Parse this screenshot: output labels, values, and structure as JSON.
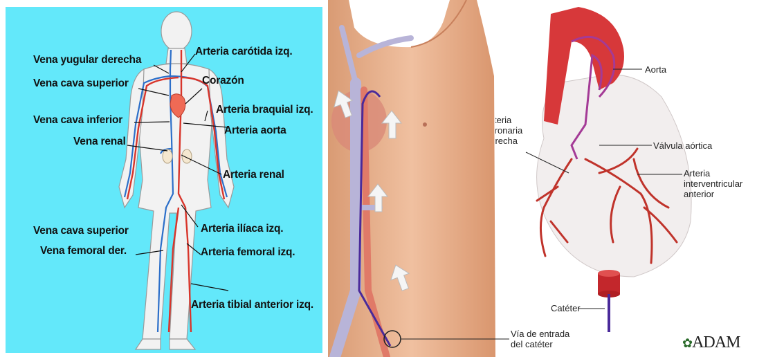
{
  "left_diagram": {
    "labels": {
      "vena_yugular_derecha": "Vena yugular derecha",
      "arteria_carotida_izq": "Arteria carótida izq.",
      "vena_cava_superior": "Vena cava superior",
      "corazon": "Corazón",
      "arteria_braquial_izq": "Arteria braquial izq.",
      "vena_cava_inferior": "Vena cava inferior",
      "arteria_aorta": "Arteria aorta",
      "vena_renal": "Vena renal",
      "arteria_renal": "Arteria renal",
      "vena_cava_superior_2": "Vena cava superior",
      "arteria_iliaca_izq": "Arteria ilíaca izq.",
      "vena_femoral_der": "Vena femoral der.",
      "arteria_femoral_izq": "Arteria femoral izq.",
      "arteria_tibial_anterior_izq": "Arteria tibial anterior izq."
    },
    "colors": {
      "background": "#63e8fa",
      "artery": "#d8352b",
      "vein": "#2c6fc9"
    }
  },
  "right_diagram": {
    "labels": {
      "aorta": "Aorta",
      "arteria_coronaria_derecha": [
        "Arteria",
        "coronaria",
        "derecha"
      ],
      "valvula_aortica": "Válvula aórtica",
      "arteria_interventricular_anterior": [
        "Arteria",
        "interventricular",
        "anterior"
      ],
      "cateter": "Catéter",
      "via_de_entrada": [
        "Vía de entrada",
        "del catéter"
      ]
    },
    "logo": "ADAM"
  }
}
